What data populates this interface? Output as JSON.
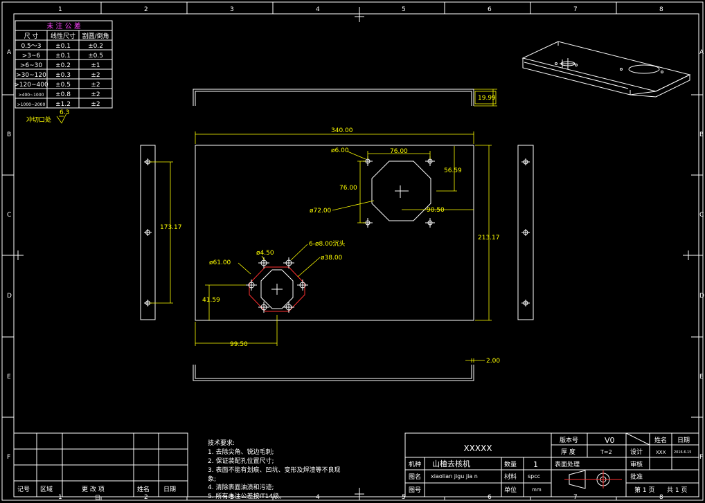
{
  "border": {
    "col_numbers": [
      "1",
      "2",
      "3",
      "4",
      "5",
      "6",
      "7",
      "8"
    ],
    "row_letters": [
      "A",
      "B",
      "C",
      "D",
      "E",
      "F"
    ]
  },
  "tolerance_table": {
    "title": "未 注 公 差",
    "headers": [
      "尺 寸",
      "线性尺寸",
      "割圆/倒角"
    ],
    "rows": [
      [
        "0.5～3",
        "±0.1",
        "±0.2"
      ],
      [
        ">3~6",
        "±0.1",
        "±0.5"
      ],
      [
        ">6~30",
        "±0.2",
        "±1"
      ],
      [
        ">30~120",
        "±0.3",
        "±2"
      ],
      [
        ">120~400",
        "±0.5",
        "±2"
      ],
      [
        ">400~1000",
        "±0.8",
        "±2"
      ],
      [
        ">1000~2000",
        "±1.2",
        "±2"
      ]
    ],
    "punch_note": "冲切口处",
    "roughness": "6.3"
  },
  "dimensions": {
    "flange_height": "19.99",
    "overall_width": "340.00",
    "overall_height": "213.17",
    "side_height": "173.17",
    "hole_small_dia": "ø6.00",
    "hole_spacing_h": "76.00",
    "hole_spacing_v": "76.00",
    "offset_top": "56.59",
    "large_circle_dia": "ø72.00",
    "offset_right": "90.50",
    "circle_61": "ø61.00",
    "hole_4_5": "ø4.50",
    "holes_8": "6-ø8.00沉头",
    "circle_38": "ø38.00",
    "offset_bottom": "41.59",
    "offset_left": "99.50",
    "thickness": "2.00"
  },
  "tech_requirements": {
    "title": "技术要求:",
    "items": [
      "1. 去除尖角、锐边毛刺;",
      "2. 保证装配孔位置尺寸;",
      "3. 表面不能有划痕、凹坑、变形及焊渣等不良现",
      "象;",
      "4. 清除表面油渍和污迹;",
      "5. 所有未注公差按IT14级。"
    ]
  },
  "revision_block": {
    "headers": [
      "记号",
      "区域",
      "更 改 项",
      "姓名",
      "日期"
    ],
    "sub": "目"
  },
  "title_block": {
    "drawing_name": "XXXXX",
    "version_label": "版本号",
    "version_value": "V0",
    "machine_label": "机种",
    "machine_value": "山楂去核机",
    "qty_label": "数量",
    "qty_value": "1",
    "thickness_label": "厚 度",
    "thickness_value": "T=2",
    "surface_label": "表面处理",
    "drawing_label": "图名",
    "drawing_value": "xiaolian jigu jia n",
    "material_label": "材料",
    "material_value": "spcc",
    "number_label": "图号",
    "unit_label": "单位",
    "unit_value": "mm",
    "name_header": "姓名",
    "date_header": "日期",
    "design_label": "设计",
    "design_name": "XXX",
    "design_date": "2016.6.15",
    "review_label": "审核",
    "approve_label": "批准",
    "page_label": "第 1 页",
    "total_label": "共 1 页"
  }
}
